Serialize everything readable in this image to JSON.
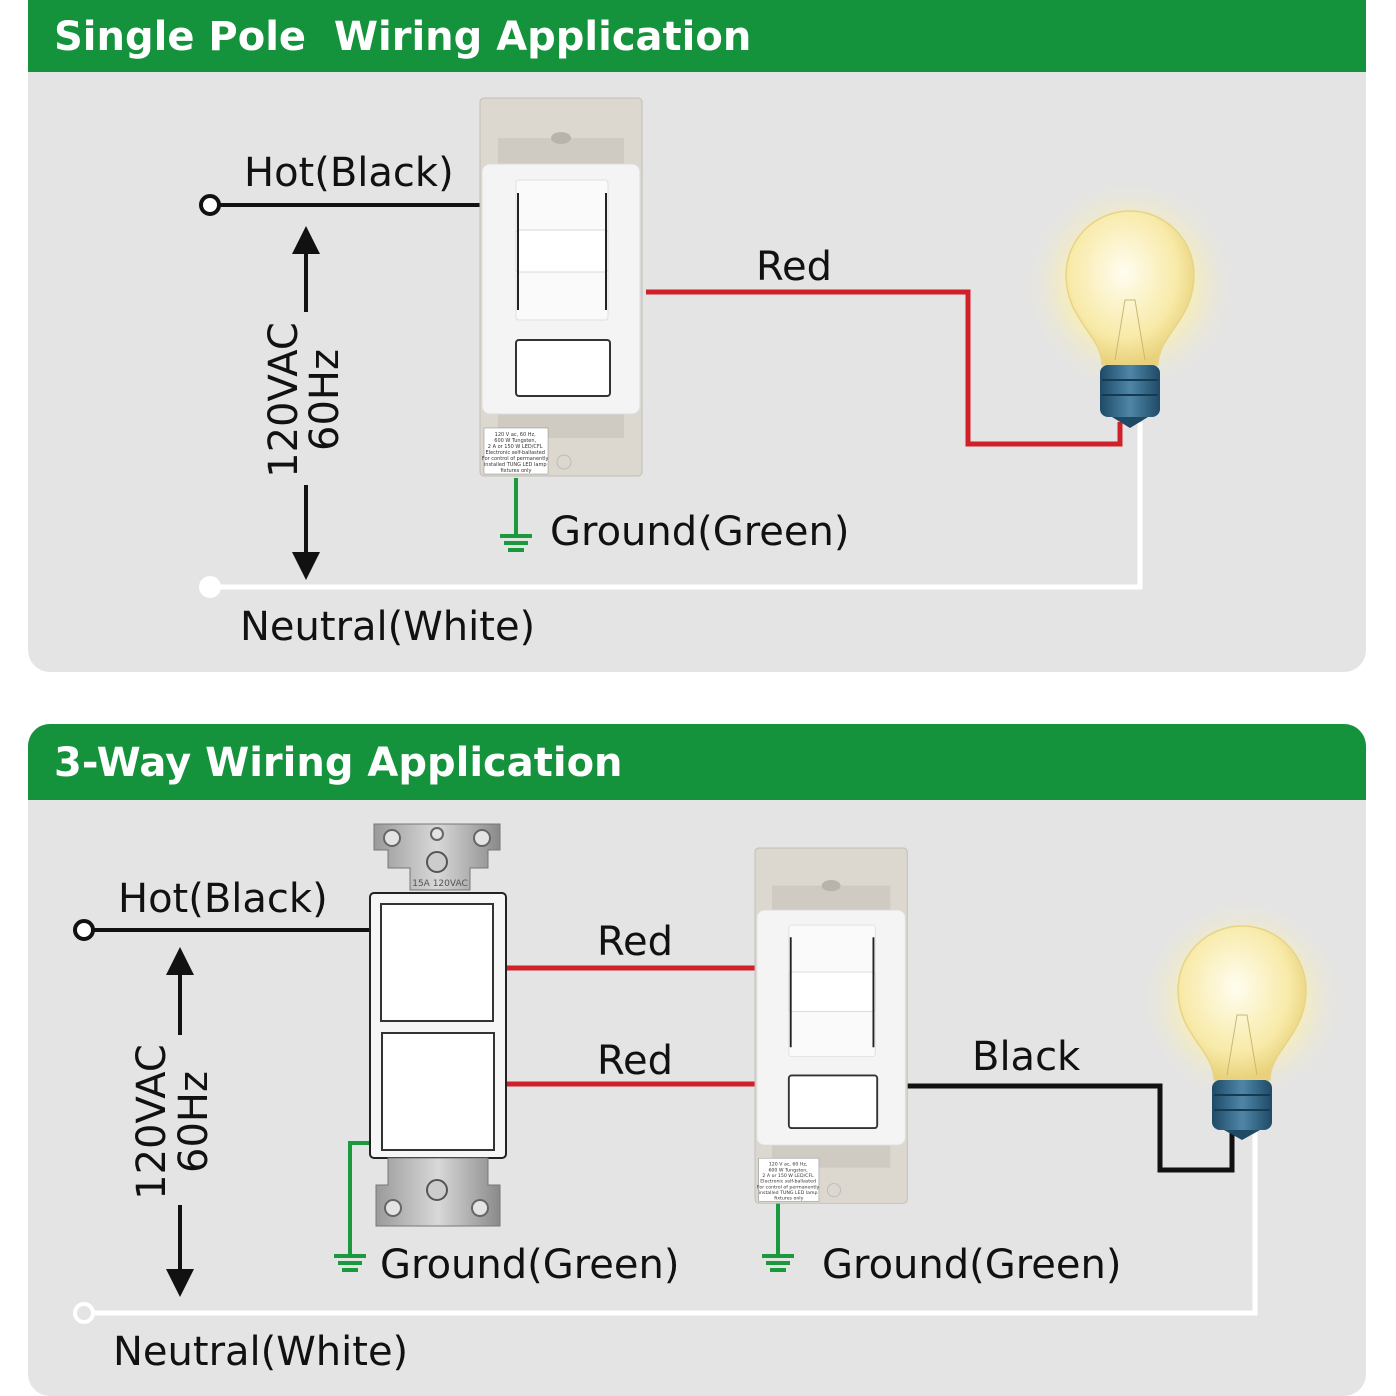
{
  "colors": {
    "header_green": "#14923c",
    "panel_gray": "#e4e4e4",
    "hot": "#111111",
    "red": "#d0202a",
    "ground": "#1a9a3c",
    "neutral": "#ffffff"
  },
  "single_pole": {
    "title": "Single Pole  Wiring Application",
    "hot_label": "Hot(Black)",
    "red_label": "Red",
    "ground_label": "Ground(Green)",
    "neutral_label": "Neutral(White)",
    "voltage": "120VAC",
    "frequency": "60Hz",
    "dimmer_label": [
      "120 V ac, 60 Hz,",
      "600 W Tungsten,",
      "2 A or 150 W LED/CFL",
      "Electronic self-ballasted",
      "For control of permanently",
      "installed TUNG LED lamp",
      "fixtures only"
    ]
  },
  "three_way": {
    "title": "3-Way Wiring Application",
    "hot_label": "Hot(Black)",
    "red_label_1": "Red",
    "red_label_2": "Red",
    "black_label": "Black",
    "ground_label_1": "Ground(Green)",
    "ground_label_2": "Ground(Green)",
    "neutral_label": "Neutral(White)",
    "voltage": "120VAC",
    "frequency": "60Hz",
    "switch_rating": "15A 120VAC",
    "dimmer_label": [
      "120 V ac, 60 Hz,",
      "600 W Tungsten,",
      "2 A or 150 W LED/CFL",
      "Electronic self-ballasted",
      "For control of permanently",
      "installed TUNG LED lamp",
      "fixtures only"
    ]
  }
}
